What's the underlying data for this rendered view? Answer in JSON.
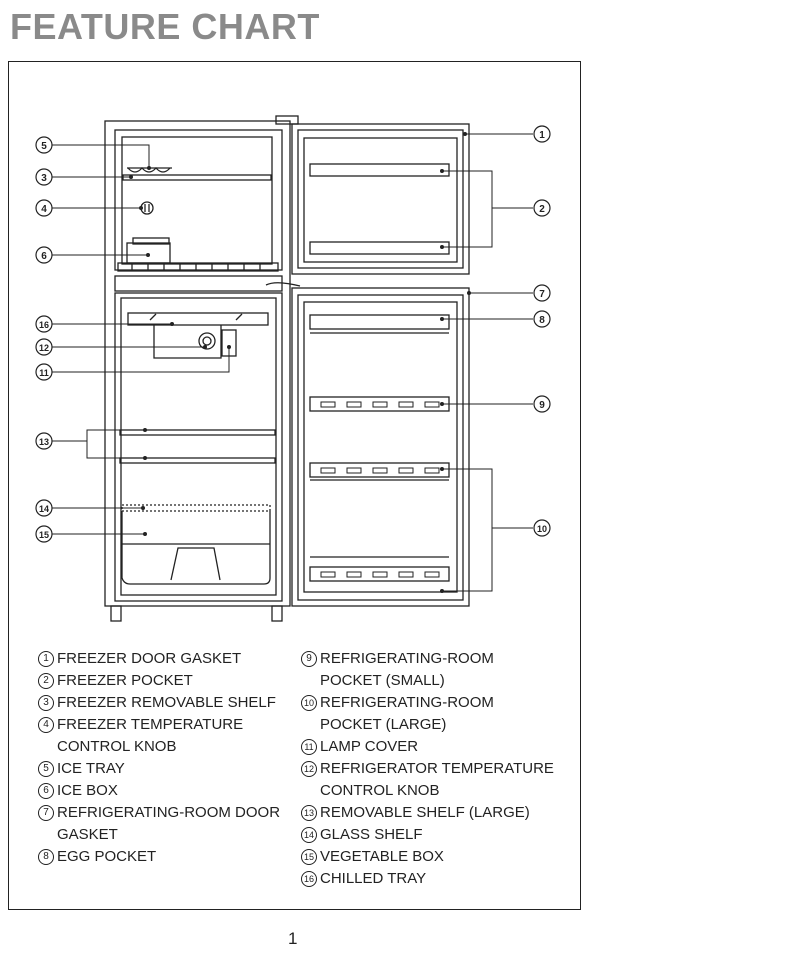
{
  "title": "FEATURE CHART",
  "page_number": "1",
  "callouts": [
    "1",
    "2",
    "3",
    "4",
    "5",
    "6",
    "7",
    "8",
    "9",
    "10",
    "11",
    "12",
    "13",
    "14",
    "15",
    "16"
  ],
  "legend_left": [
    {
      "num": "1",
      "text": "FREEZER DOOR GASKET"
    },
    {
      "num": "2",
      "text": "FREEZER POCKET"
    },
    {
      "num": "3",
      "text": "FREEZER REMOVABLE SHELF"
    },
    {
      "num": "4",
      "text": "FREEZER TEMPERATURE\nCONTROL KNOB"
    },
    {
      "num": "5",
      "text": "ICE TRAY"
    },
    {
      "num": "6",
      "text": "ICE BOX"
    },
    {
      "num": "7",
      "text": "REFRIGERATING-ROOM DOOR\nGASKET"
    },
    {
      "num": "8",
      "text": "EGG POCKET"
    }
  ],
  "legend_right": [
    {
      "num": "9",
      "text": "REFRIGERATING-ROOM\nPOCKET (SMALL)"
    },
    {
      "num": "10",
      "text": "REFRIGERATING-ROOM\nPOCKET (LARGE)"
    },
    {
      "num": "11",
      "text": "LAMP COVER"
    },
    {
      "num": "12",
      "text": "REFRIGERATOR TEMPERATURE\nCONTROL KNOB"
    },
    {
      "num": "13",
      "text": "REMOVABLE SHELF (LARGE)"
    },
    {
      "num": "14",
      "text": "GLASS SHELF"
    },
    {
      "num": "15",
      "text": "VEGETABLE BOX"
    },
    {
      "num": "16",
      "text": "CHILLED TRAY"
    }
  ]
}
